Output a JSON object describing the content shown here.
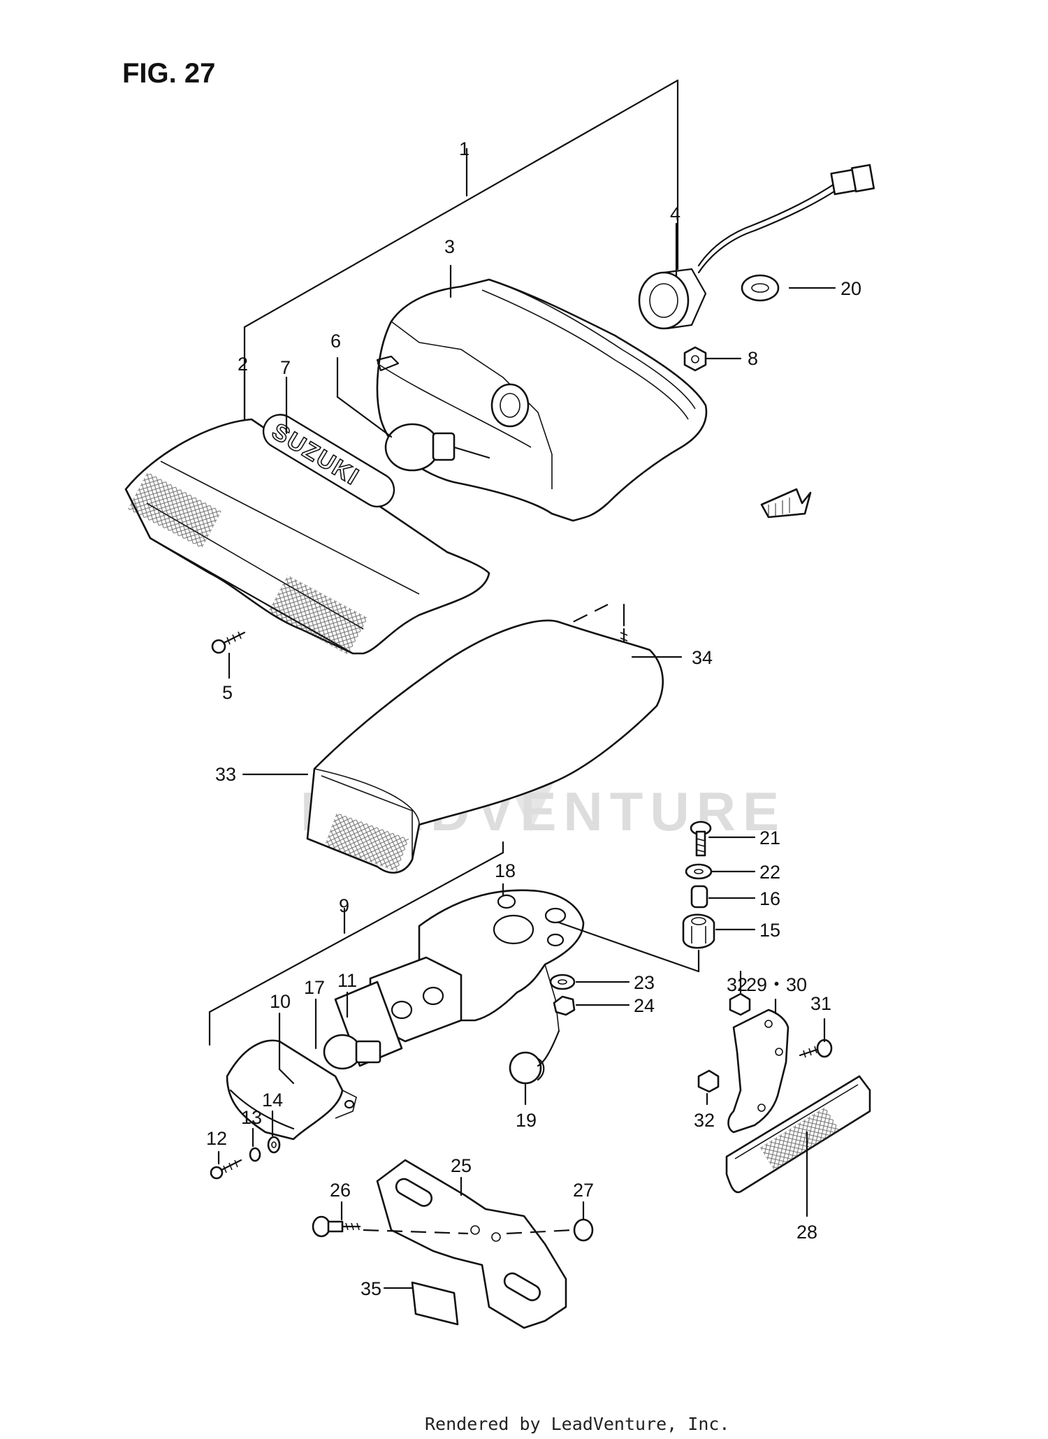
{
  "figure": {
    "title": "FIG. 27"
  },
  "lens_logo": "SUZUKI",
  "watermark": "LEADVENTURE",
  "footer": "Rendered by LeadVenture, Inc.",
  "callouts": {
    "c1": "1",
    "c2": "2",
    "c3": "3",
    "c4": "4",
    "c5": "5",
    "c6": "6",
    "c7": "7",
    "c8": "8",
    "c9": "9",
    "c10": "10",
    "c11": "11",
    "c12": "12",
    "c13": "13",
    "c14": "14",
    "c15": "15",
    "c16": "16",
    "c17": "17",
    "c18": "18",
    "c19": "19",
    "c20": "20",
    "c21": "21",
    "c22": "22",
    "c23": "23",
    "c24": "24",
    "c25": "25",
    "c26": "26",
    "c27": "27",
    "c28": "28",
    "c29_30": "29・30",
    "c31": "31",
    "c32a": "32",
    "c32b": "32",
    "c33": "33",
    "c34": "34",
    "c35": "35"
  }
}
